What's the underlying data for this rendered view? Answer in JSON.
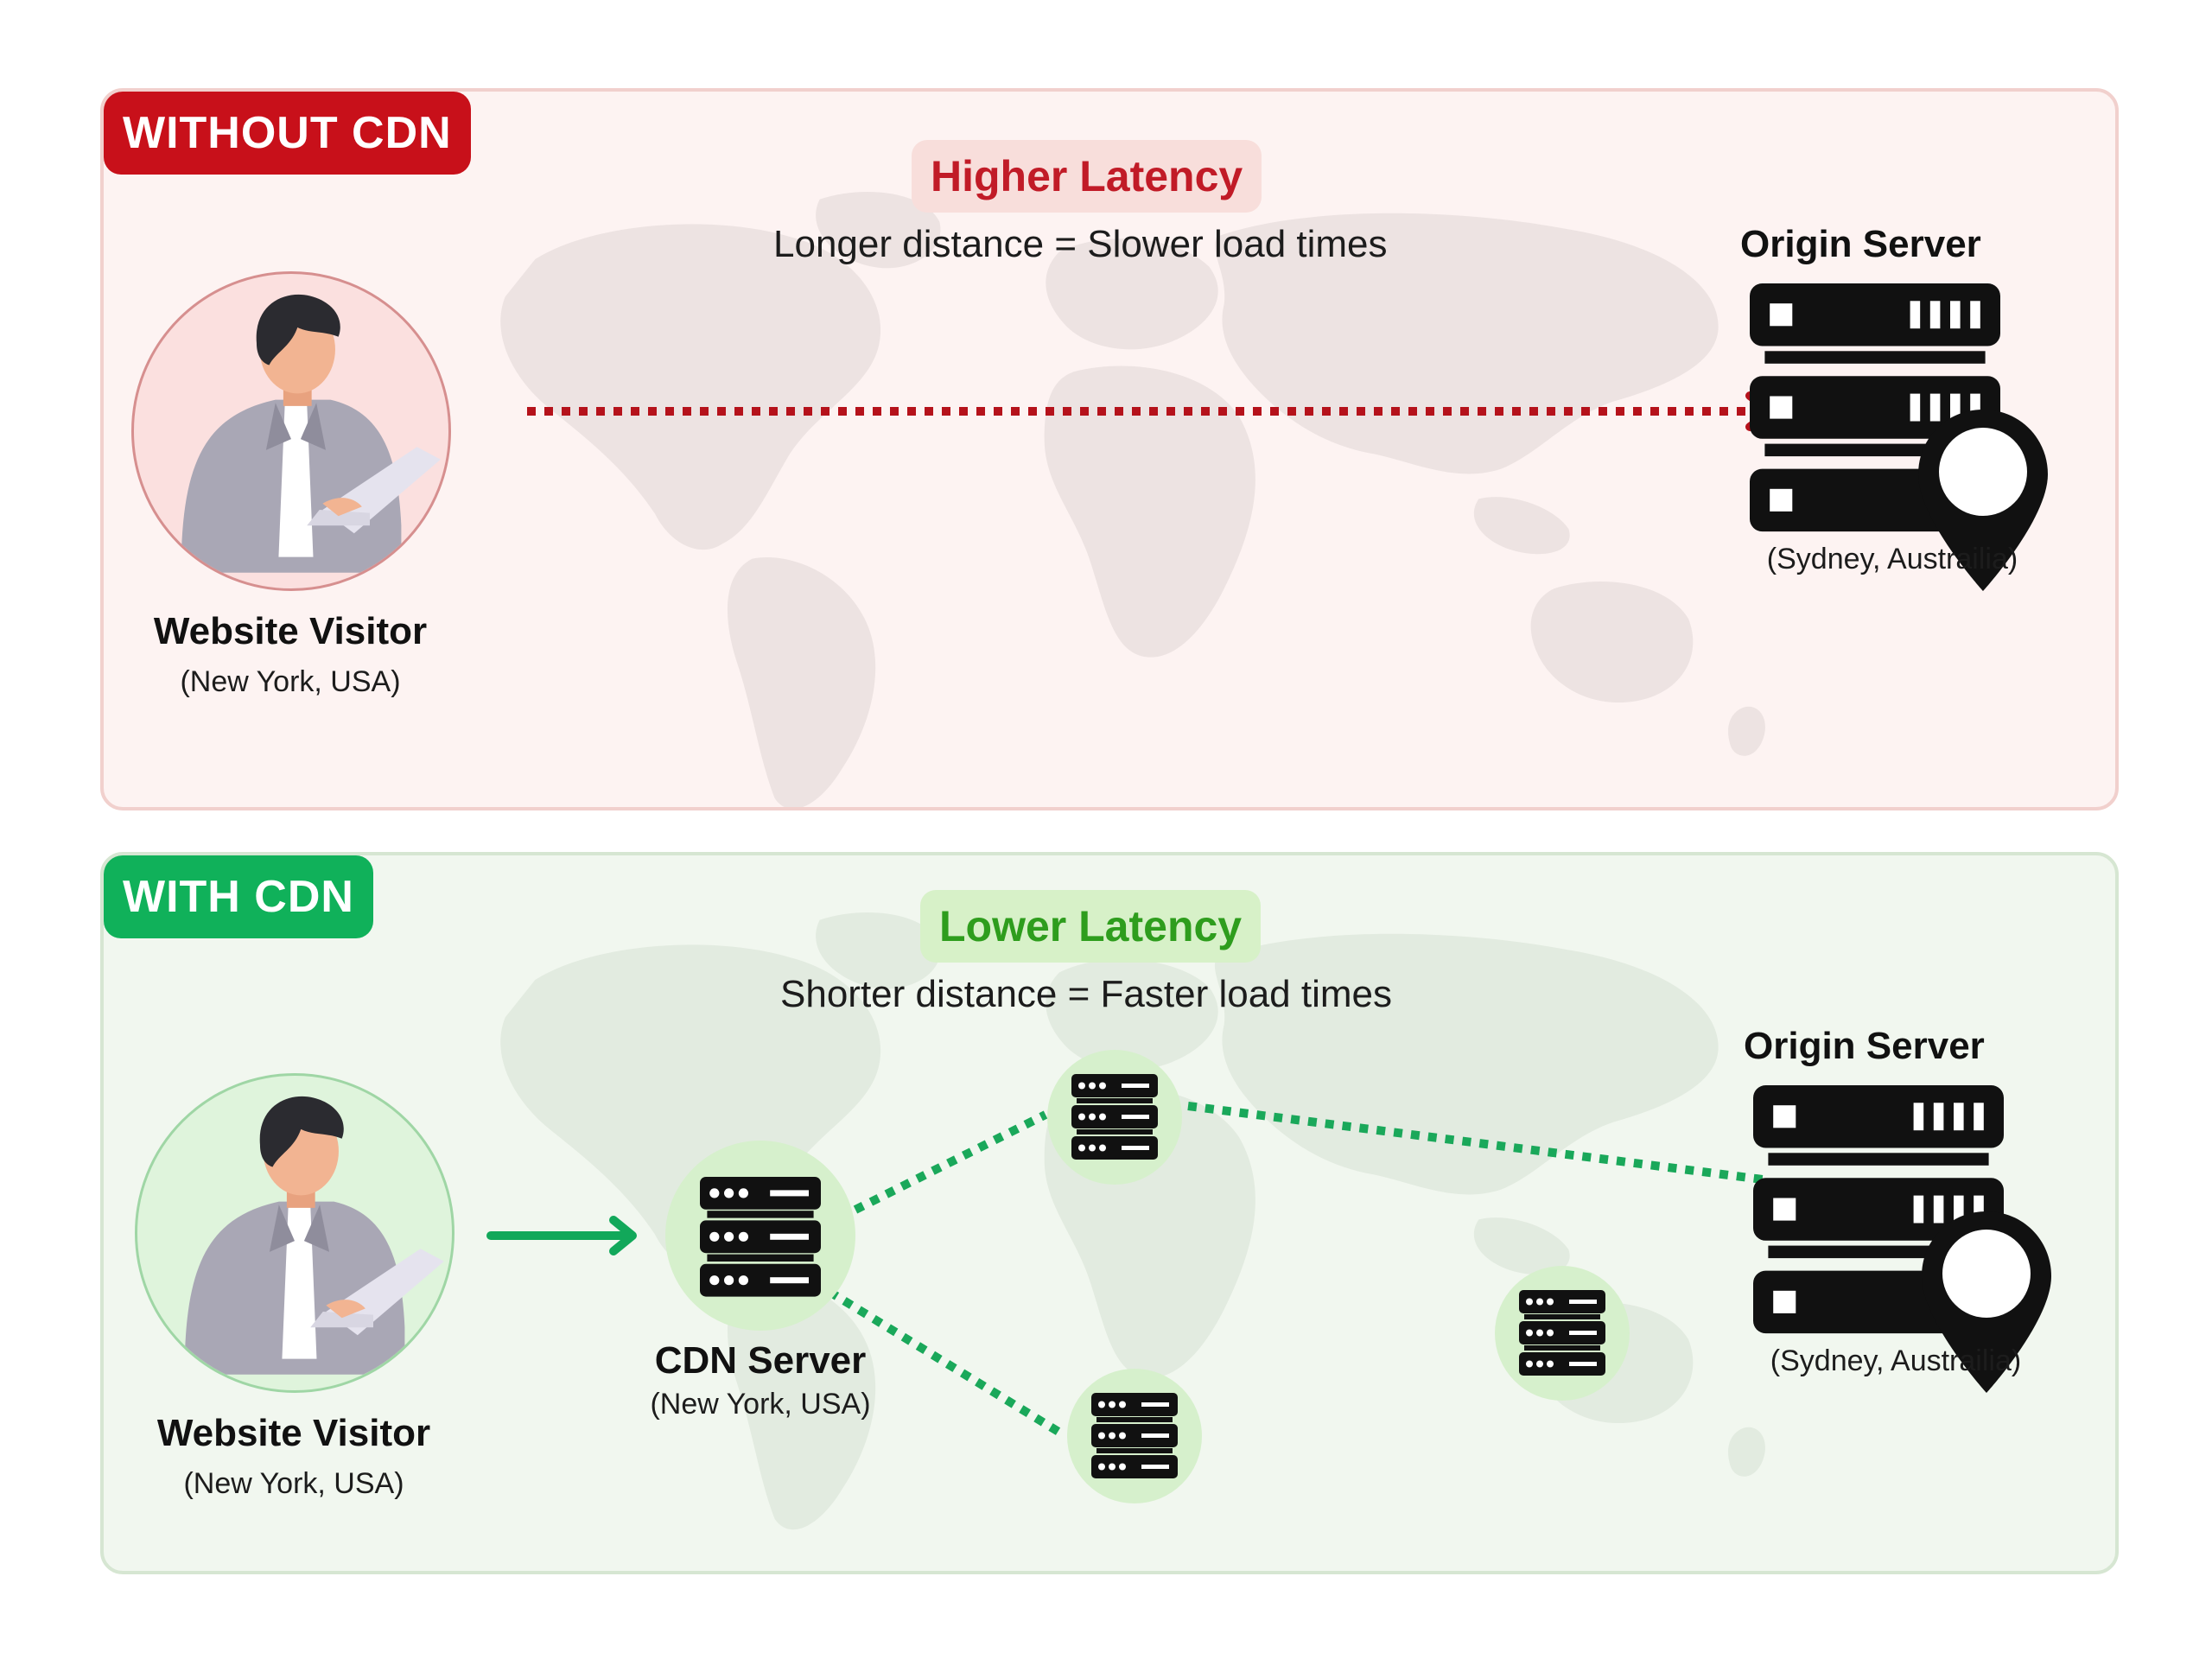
{
  "without_cdn": {
    "badge": "WITHOUT CDN",
    "latency": "Higher Latency",
    "subtitle": "Longer distance = Slower load times",
    "visitor_title": "Website Visitor",
    "visitor_location": "(New York, USA)",
    "server_title": "Origin Server",
    "server_location": "(Sydney, Austrailia)"
  },
  "with_cdn": {
    "badge": "WITH CDN",
    "latency": "Lower Latency",
    "subtitle": "Shorter distance = Faster load times",
    "visitor_title": "Website Visitor",
    "visitor_location": "(New York, USA)",
    "cdn_title": "CDN Server",
    "cdn_location": "(New York, USA)",
    "server_title": "Origin Server",
    "server_location": "(Sydney, Austrailia)"
  },
  "colors": {
    "red_accent": "#c8101a",
    "green_accent": "#10b15a",
    "red_panel_bg": "#fdf3f2",
    "green_panel_bg": "#f1f7ef"
  },
  "icons": [
    "person-laptop-icon",
    "server-rack-icon",
    "location-pin-icon",
    "world-map-icon",
    "arrow-icon"
  ]
}
